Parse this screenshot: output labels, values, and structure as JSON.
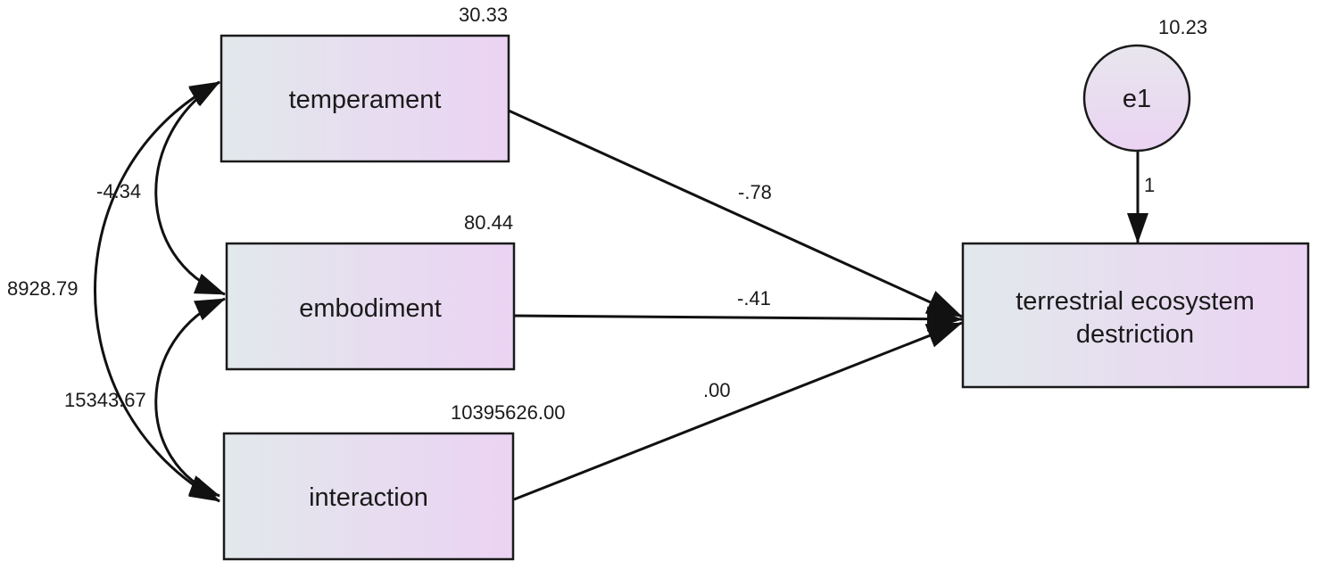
{
  "nodes": {
    "temperament": {
      "label": "temperament",
      "variance": "30.33"
    },
    "embodiment": {
      "label": "embodiment",
      "variance": "80.44"
    },
    "interaction": {
      "label": "interaction",
      "variance": "10395626.00"
    },
    "outcome": {
      "label_line1": "terrestrial ecosystem",
      "label_line2": "destriction"
    },
    "error": {
      "label": "e1",
      "variance": "10.23"
    }
  },
  "paths": {
    "temperament_to_outcome": "-.78",
    "embodiment_to_outcome": "-.41",
    "interaction_to_outcome": ".00",
    "error_to_outcome": "1"
  },
  "covariances": {
    "temperament_embodiment": "-4.34",
    "temperament_interaction": "8928.79",
    "embodiment_interaction": "15343.67"
  },
  "colors": {
    "box_fill_start": "#e2e8ec",
    "box_fill_end": "#ebd3f3",
    "stroke": "#1a1a1a"
  }
}
